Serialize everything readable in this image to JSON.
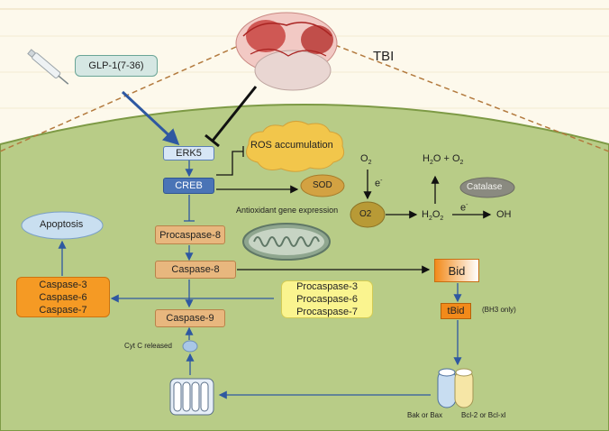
{
  "labels": {
    "tbi": "TBI",
    "glp1": "GLP-1(7-36)",
    "erk5": "ERK5",
    "creb": "CREB",
    "ros": "ROS accumulation",
    "sod": "SOD",
    "antioxidant": "Antioxidant gene expression",
    "catalase": "Catalase",
    "o2_top": "O",
    "o2_top_sub": "2",
    "e_minus_1": "e",
    "minus": "-",
    "o2_mid": "O2",
    "h2o2_a": "H",
    "h2o2_b": "2",
    "h2o2_c": "O",
    "h2o2_d": "2",
    "e_minus_2": "e",
    "oh": "OH",
    "h2o_a": "H",
    "h2o_b": "2",
    "h2o_c": "O + O",
    "h2o_d": "2",
    "apoptosis": "Apoptosis",
    "procaspase8": "Procaspase-8",
    "caspase8": "Caspase-8",
    "caspase9": "Caspase-9",
    "caspase_group": [
      "Caspase-3",
      "Caspase-6",
      "Caspase-7"
    ],
    "procaspase_group": [
      "Procaspase-3",
      "Procaspase-6",
      "Procaspase-7"
    ],
    "bid": "Bid",
    "tbid": "tBid",
    "bh3": "(BH3 only)",
    "cytc": "Cyt C released",
    "bak": "Bak or Bax",
    "bcl2": "Bcl-2 or Bcl-xl"
  },
  "colors": {
    "cell": "#b8cc87",
    "cell_border": "#7d9a45",
    "arrow": "#2e58a1",
    "ros": "#f2c64b",
    "sod": "#d3a242",
    "o2_node": "#b89a36",
    "catalase": "#8a8a80"
  },
  "icons": [
    "syringe-icon",
    "brain-icon",
    "mitochondrion-icon",
    "cytochrome-channel-icon",
    "bak-bax-channel-icon"
  ]
}
